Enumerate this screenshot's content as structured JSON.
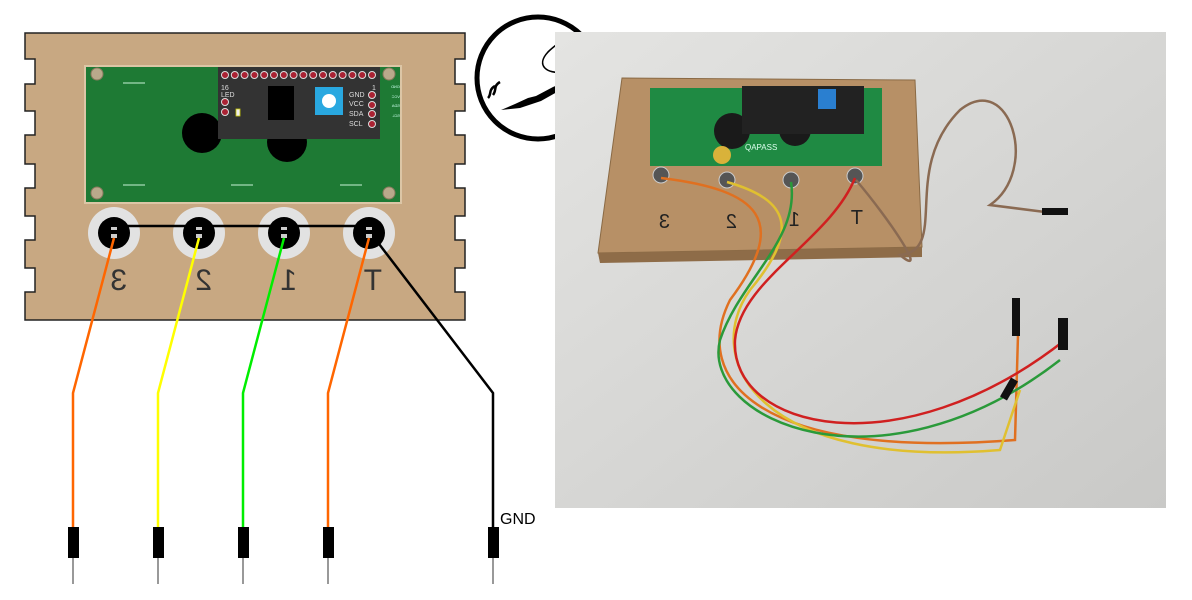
{
  "diagram": {
    "lcd_module": {
      "pin_16_label": "16",
      "pin_1_label": "1",
      "led_label": "LED",
      "i2c_pins": [
        "GND",
        "VCC",
        "SDA",
        "SCL"
      ],
      "mirrored_pins": [
        "GND",
        "VCC",
        "SDA",
        "SCL"
      ]
    },
    "pads": [
      {
        "label": "3",
        "wire_color": "#ff6600"
      },
      {
        "label": "2",
        "wire_color": "#ffff00"
      },
      {
        "label": "1",
        "wire_color": "#00ee00"
      },
      {
        "label": "T",
        "wire_color": "#ff6600"
      }
    ],
    "gnd_wire": {
      "label": "GND",
      "color": "#000000"
    },
    "colors": {
      "board": "#c8a882",
      "pcb": "#1e7a34",
      "module": "#333333",
      "potentiometer": "#29a8e0"
    },
    "icon": "soldering-iron-icon",
    "photo": {
      "pcb_brand": "QAPASS",
      "pad_labels": [
        "3",
        "2",
        "1",
        "T"
      ]
    }
  }
}
